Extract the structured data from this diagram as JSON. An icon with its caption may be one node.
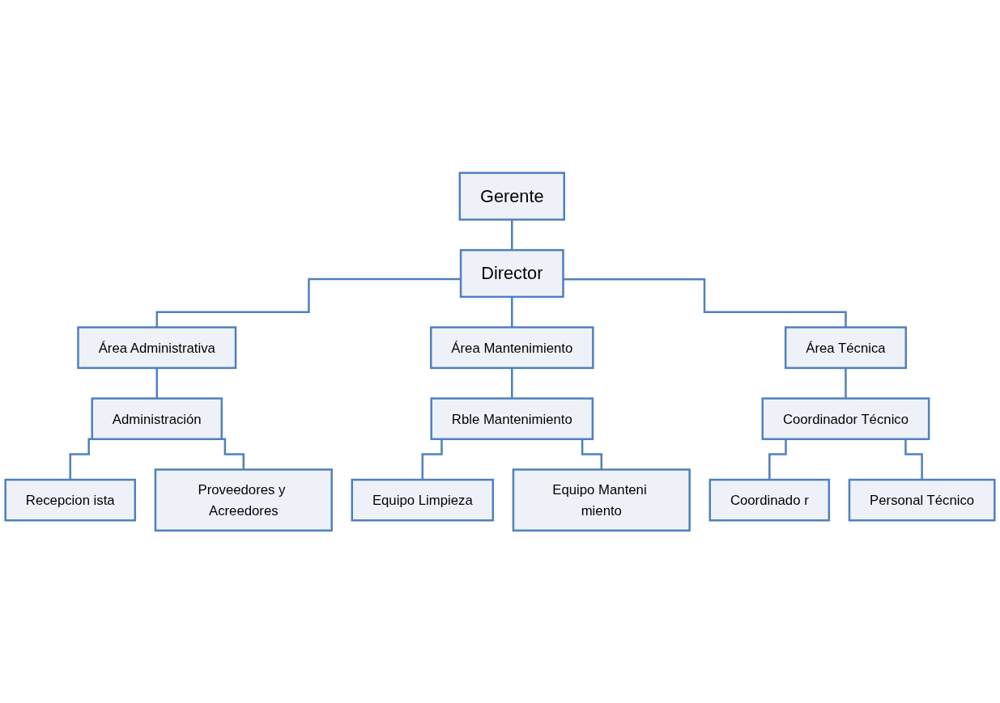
{
  "diagram": {
    "nodes": [
      {
        "text": [
          "Gerente"
        ]
      },
      {
        "text": [
          "Director"
        ]
      },
      {
        "text": [
          "Área Administrativa"
        ]
      },
      {
        "text": [
          "Área Mantenimiento"
        ]
      },
      {
        "text": [
          "Área Técnica"
        ]
      },
      {
        "text": [
          "Administración"
        ]
      },
      {
        "text": [
          "Rble Mantenimiento"
        ]
      },
      {
        "text": [
          "Coordinador Técnico"
        ]
      },
      {
        "text": [
          "Recepcion ista"
        ]
      },
      {
        "text": [
          "Proveedores y Acreedores"
        ]
      },
      {
        "text": [
          "Equipo Limpieza"
        ]
      },
      {
        "text": [
          "Equipo Manteni miento"
        ]
      },
      {
        "text": [
          "Coordinado r"
        ]
      },
      {
        "text": [
          "Personal Técnico"
        ]
      }
    ],
    "edges": [
      {
        "from": 0,
        "to": 1,
        "arrow": "none"
      },
      {
        "from": 1,
        "to": 2,
        "arrow": "none"
      },
      {
        "from": 1,
        "to": 3,
        "arrow": "none"
      },
      {
        "from": 1,
        "to": 4,
        "arrow": "none"
      },
      {
        "from": 2,
        "to": 5,
        "arrow": "none"
      },
      {
        "from": 3,
        "to": 6,
        "arrow": "none"
      },
      {
        "from": 4,
        "to": 7,
        "arrow": "none"
      },
      {
        "from": 5,
        "to": 8,
        "arrow": "none"
      },
      {
        "from": 5,
        "to": 9,
        "arrow": "none"
      },
      {
        "from": 6,
        "to": 10,
        "arrow": "none"
      },
      {
        "from": 6,
        "to": 11,
        "arrow": "none"
      },
      {
        "from": 7,
        "to": 12,
        "arrow": "none"
      },
      {
        "from": 7,
        "to": 13,
        "arrow": "none"
      }
    ]
  }
}
